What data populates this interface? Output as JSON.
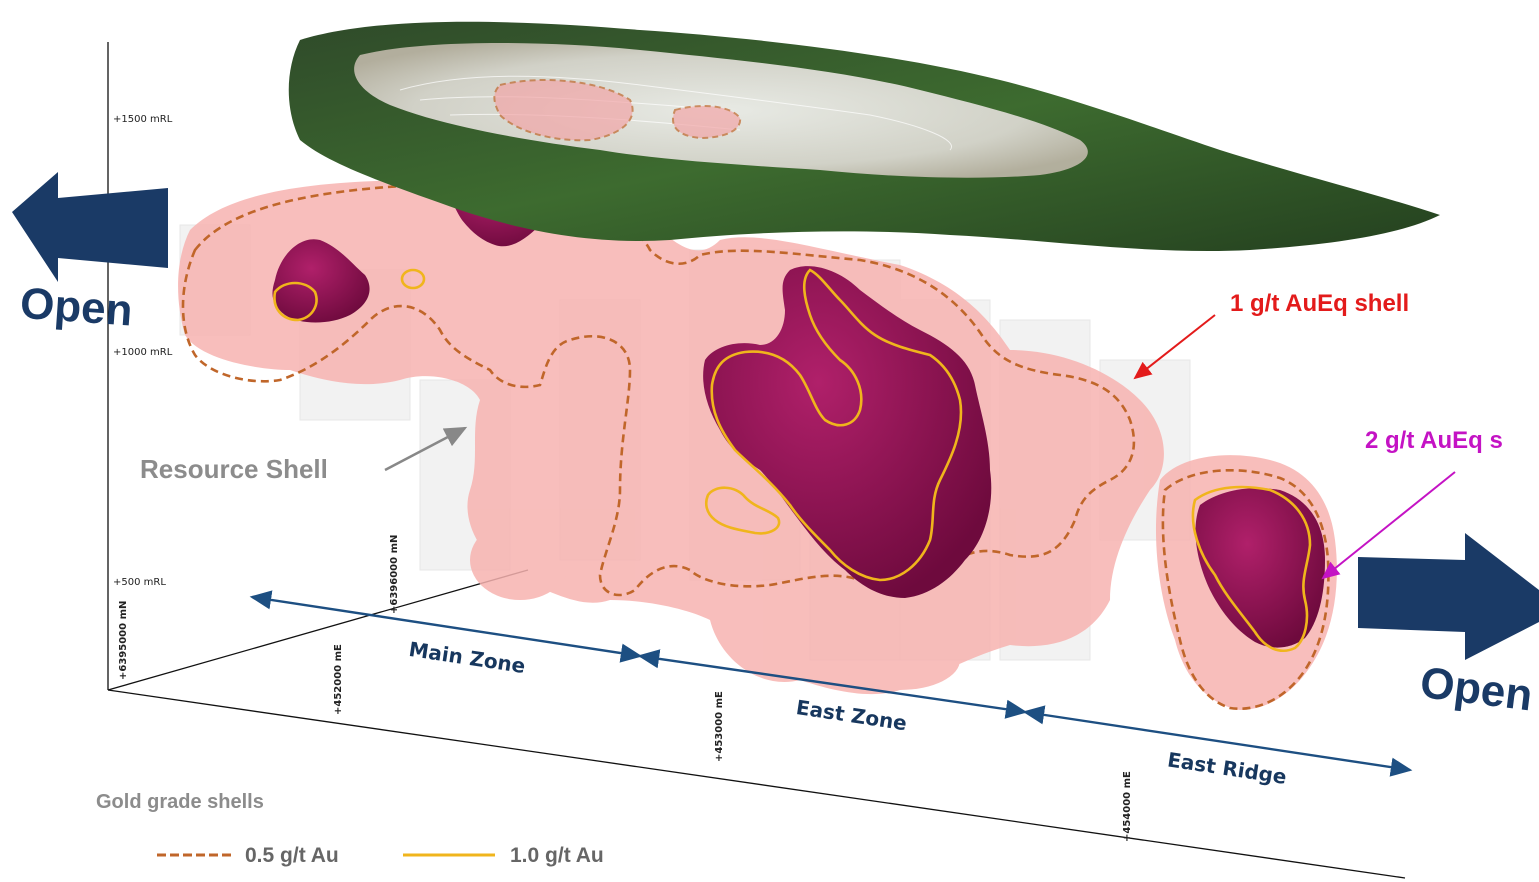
{
  "arrows": {
    "left_label": "Open",
    "right_label": "Open",
    "color": "#1a3a66"
  },
  "elevation_labels": [
    "+1500 mRL",
    "+1000 mRL",
    "+500 mRL"
  ],
  "northing_labels": [
    "+6395000 mN",
    "+6396000 mN"
  ],
  "easting_labels": [
    "+452000 mE",
    "+453000 mE",
    "+454000 mE"
  ],
  "zones": [
    "Main Zone",
    "East Zone",
    "East Ridge"
  ],
  "callouts": {
    "shell_1g": "1 g/t AuEq shell",
    "shell_2g": "2 g/t AuEq s",
    "resource_shell": "Resource Shell"
  },
  "colors": {
    "shell_1g_text": "#e31b1b",
    "shell_2g_text": "#c413c4",
    "resource_text": "#8c8c8c",
    "low_grade_fill": "#f7b3b0",
    "high_grade_fill": "#8a0e4e",
    "dash_line": "#c0662a",
    "solid_line": "#f0b51c",
    "zone_text": "#17375e"
  },
  "legend": {
    "title": "Gold grade shells",
    "items": [
      {
        "label": "0.5 g/t Au",
        "style": "dashed",
        "color": "#c0662a"
      },
      {
        "label": "1.0 g/t Au",
        "style": "solid",
        "color": "#f0b51c"
      }
    ]
  }
}
